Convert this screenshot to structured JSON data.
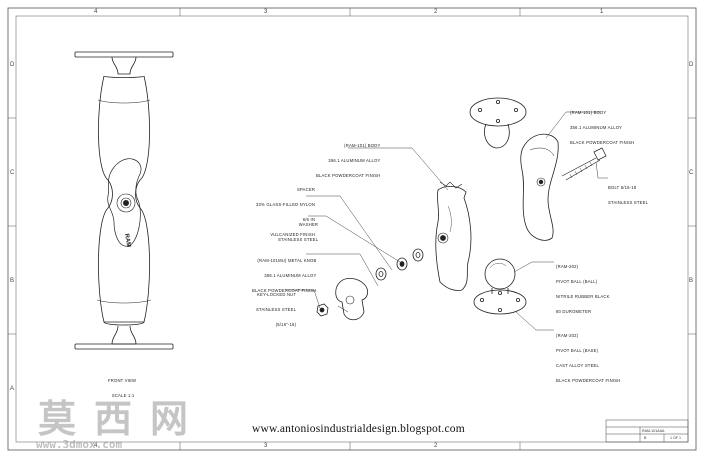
{
  "grid": {
    "columns": [
      "4",
      "3",
      "2",
      "1"
    ],
    "rows": [
      "D",
      "C",
      "B",
      "A"
    ]
  },
  "front_view": {
    "brand": "RAM",
    "caption_line1": "FRONT VIEW",
    "caption_line2": "SCALE 1:1"
  },
  "callouts": {
    "body_center": [
      "(RAM-101) BODY",
      "356.1 ALUMINUM ALLOY",
      "BLACK POWDERCOAT FINISH"
    ],
    "spacer": [
      "SPACER",
      "33% GLASS-FILLED NYLON",
      "6/6 IN",
      "VULCANIZED FINISH"
    ],
    "washer": [
      "WASHER",
      "STAINLESS STEEL"
    ],
    "knob": [
      "(RAM-101MU) METAL KNOB",
      "356.1 ALUMINUM ALLOY",
      "BLACK POWDERCOAT FINISH"
    ],
    "nut": [
      "KEY-LOCKED NUT",
      "STAINLESS STEEL",
      "(5/16\"-18)"
    ],
    "body_right": [
      "(RAM-101) BODY",
      "356.1 ALUMINUM ALLOY",
      "BLACK POWDERCOAT FINISH"
    ],
    "bolt": [
      "BOLT 5/16-18",
      "STAINLESS STEEL"
    ],
    "ball": [
      "(RAM-202)",
      "PIVOT BALL (BALL)",
      "NITRILE RUBBER BLACK",
      "80 DUROMETER"
    ],
    "base": [
      "(RAM-202)",
      "PIVOT BALL (BASE)",
      "CAST ALLOY STEEL",
      "BLACK POWDERCOAT FINISH"
    ]
  },
  "title_block": {
    "part_number": "RAM-101AAA",
    "size": "B",
    "sheet": "1 OF 1"
  },
  "footer_url": "www.antoniosindustrialdesign.blogspot.com",
  "watermark": {
    "chinese": "莫西网",
    "url": "www.3dmox.com"
  }
}
